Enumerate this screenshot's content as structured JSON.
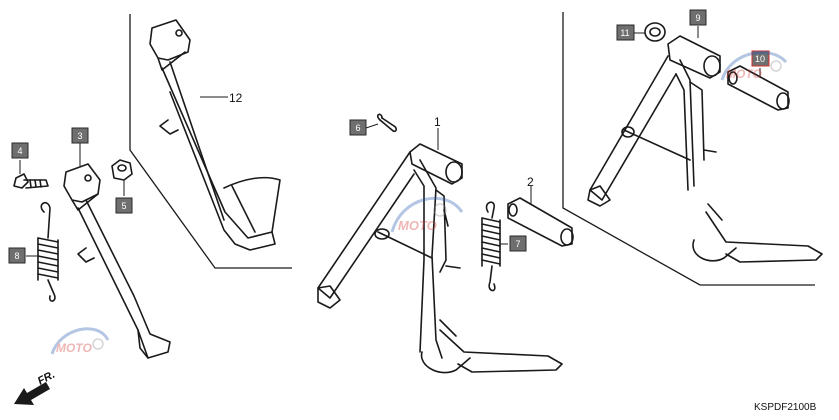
{
  "callouts": {
    "c1": "1",
    "c2": "2",
    "c3": "3",
    "c4": "4",
    "c5": "5",
    "c6": "6",
    "c7": "7",
    "c8": "8",
    "c9": "9",
    "c10": "10",
    "c11": "11",
    "c12": "12"
  },
  "diagram_code": "KSPDF2100B",
  "direction_label": "FR.",
  "watermark_text": "MOTO",
  "colors": {
    "tag_fill": "#6f6f6f",
    "tag_highlight_outline": "#d0312d",
    "watermark_blue": "#2a5db0",
    "watermark_red": "#d0312d"
  }
}
